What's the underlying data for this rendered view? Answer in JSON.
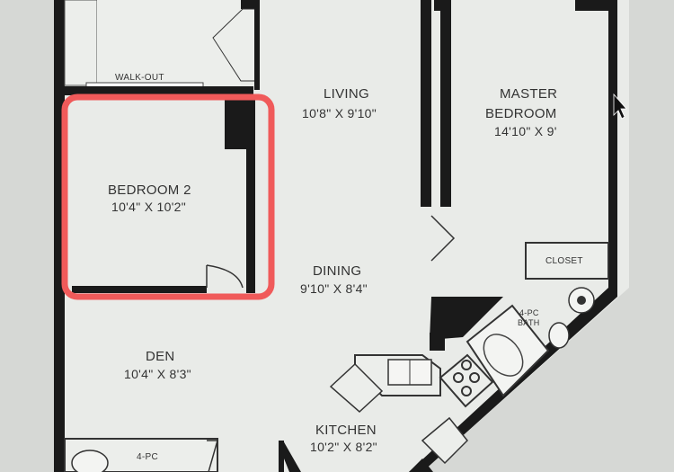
{
  "rooms": {
    "living": {
      "name": "LIVING",
      "size": "10'8\" X 9'10\""
    },
    "master": {
      "name_line1": "MASTER",
      "name_line2": "BEDROOM",
      "size": "14'10\" X 9'"
    },
    "bedroom2": {
      "name": "BEDROOM 2",
      "size": "10'4\" X 10'2\""
    },
    "dining": {
      "name": "DINING",
      "size": "9'10\" X 8'4\""
    },
    "den": {
      "name": "DEN",
      "size": "10'4\" X 8'3\""
    },
    "kitchen": {
      "name": "KITCHEN",
      "size": "10'2\" X 8'2\""
    }
  },
  "labels": {
    "walkout": "WALK-OUT",
    "closet": "CLOSET",
    "bath_master_line1": "4-PC",
    "bath_master_line2": "BATH",
    "bath_lower": "4-PC"
  },
  "colors": {
    "wall": "#1a1a1a",
    "floor": "#e9ebe8",
    "highlight": "#f05a5a"
  }
}
